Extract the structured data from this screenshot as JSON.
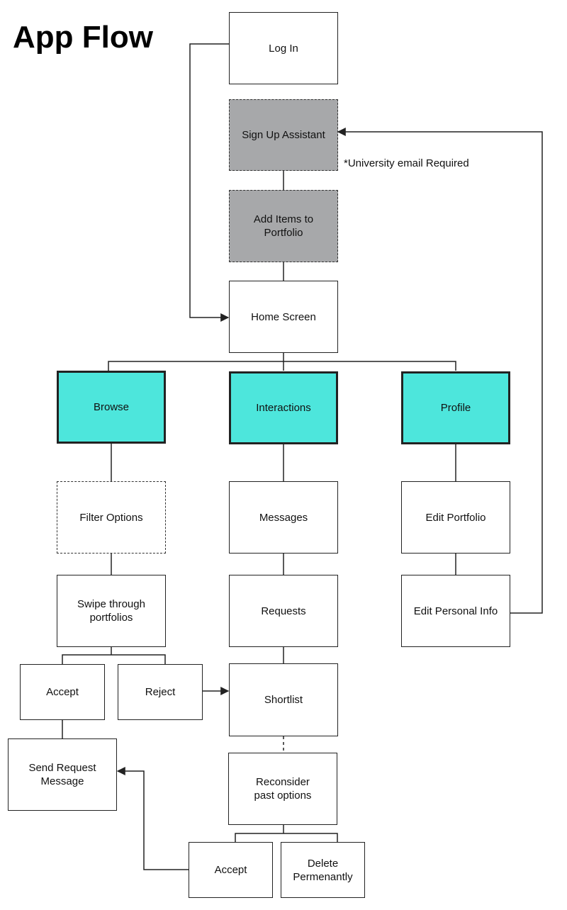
{
  "title": "App Flow",
  "note": "*University email Required",
  "nodes": {
    "log_in": "Log In",
    "sign_up": "Sign Up Assistant",
    "add_items": "Add Items to\nPortfolio",
    "home": "Home Screen",
    "browse": "Browse",
    "interactions": "Interactions",
    "profile": "Profile",
    "filter": "Filter Options",
    "swipe": "Swipe through\nportfolios",
    "accept_browse": "Accept",
    "reject": "Reject",
    "send_request": "Send Request\nMessage",
    "messages": "Messages",
    "requests": "Requests",
    "shortlist": "Shortlist",
    "reconsider": "Reconsider\npast options",
    "accept_shortlist": "Accept",
    "delete": "Delete\nPermenantly",
    "edit_portfolio": "Edit Portfolio",
    "edit_personal": "Edit Personal Info"
  },
  "colors": {
    "primary_box": "#4de6dc",
    "optional_box": "#a7a8aa",
    "line": "#222222"
  }
}
